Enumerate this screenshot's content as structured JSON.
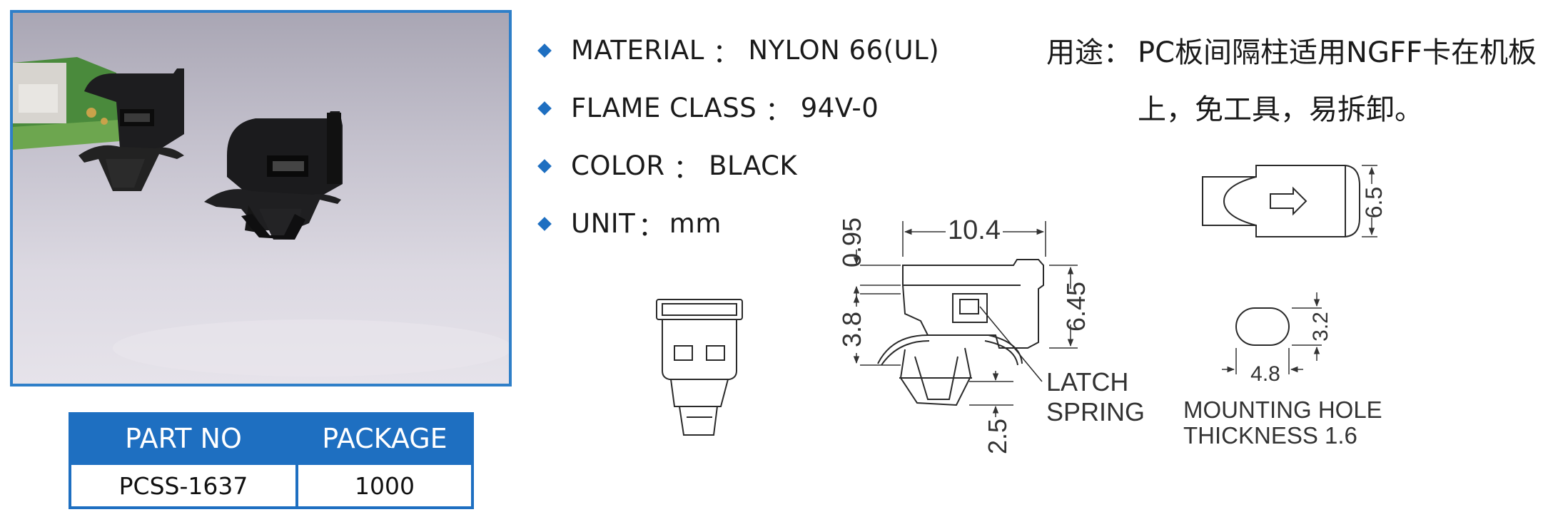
{
  "photo": {
    "alt": ""
  },
  "part_table": {
    "headers": [
      "PART NO",
      "PACKAGE"
    ],
    "rows": [
      [
        "PCSS-1637",
        "1000"
      ]
    ]
  },
  "specs": [
    {
      "key": "MATERIAL",
      "sep": "：",
      "value": "NYLON 66(UL)"
    },
    {
      "key": "FLAME CLASS",
      "sep": "：",
      "value": "94V-0"
    },
    {
      "key": "COLOR",
      "sep": "：",
      "value": "BLACK"
    },
    {
      "key": "UNIT",
      "sep": "：",
      "value": "mm"
    }
  ],
  "usage": {
    "label": "用途：",
    "line1": "PC板间隔柱适用NGFF卡在机板",
    "line2": "上，免工具，易拆卸。"
  },
  "drawing": {
    "dims": {
      "width_top": "10.4",
      "d_095": "0.95",
      "d_38": "3.8",
      "d_645": "6.45",
      "d_25": "2.5",
      "d_65": "6.5",
      "d_32": "3.2",
      "d_48": "4.8"
    },
    "latch_line1": "LATCH",
    "latch_line2": "SPRING",
    "hole_line1": "MOUNTING HOLE",
    "hole_line2": "THICKNESS 1.6"
  },
  "colors": {
    "accent": "#1e6fc1",
    "photo_border": "#2f7fc8"
  }
}
